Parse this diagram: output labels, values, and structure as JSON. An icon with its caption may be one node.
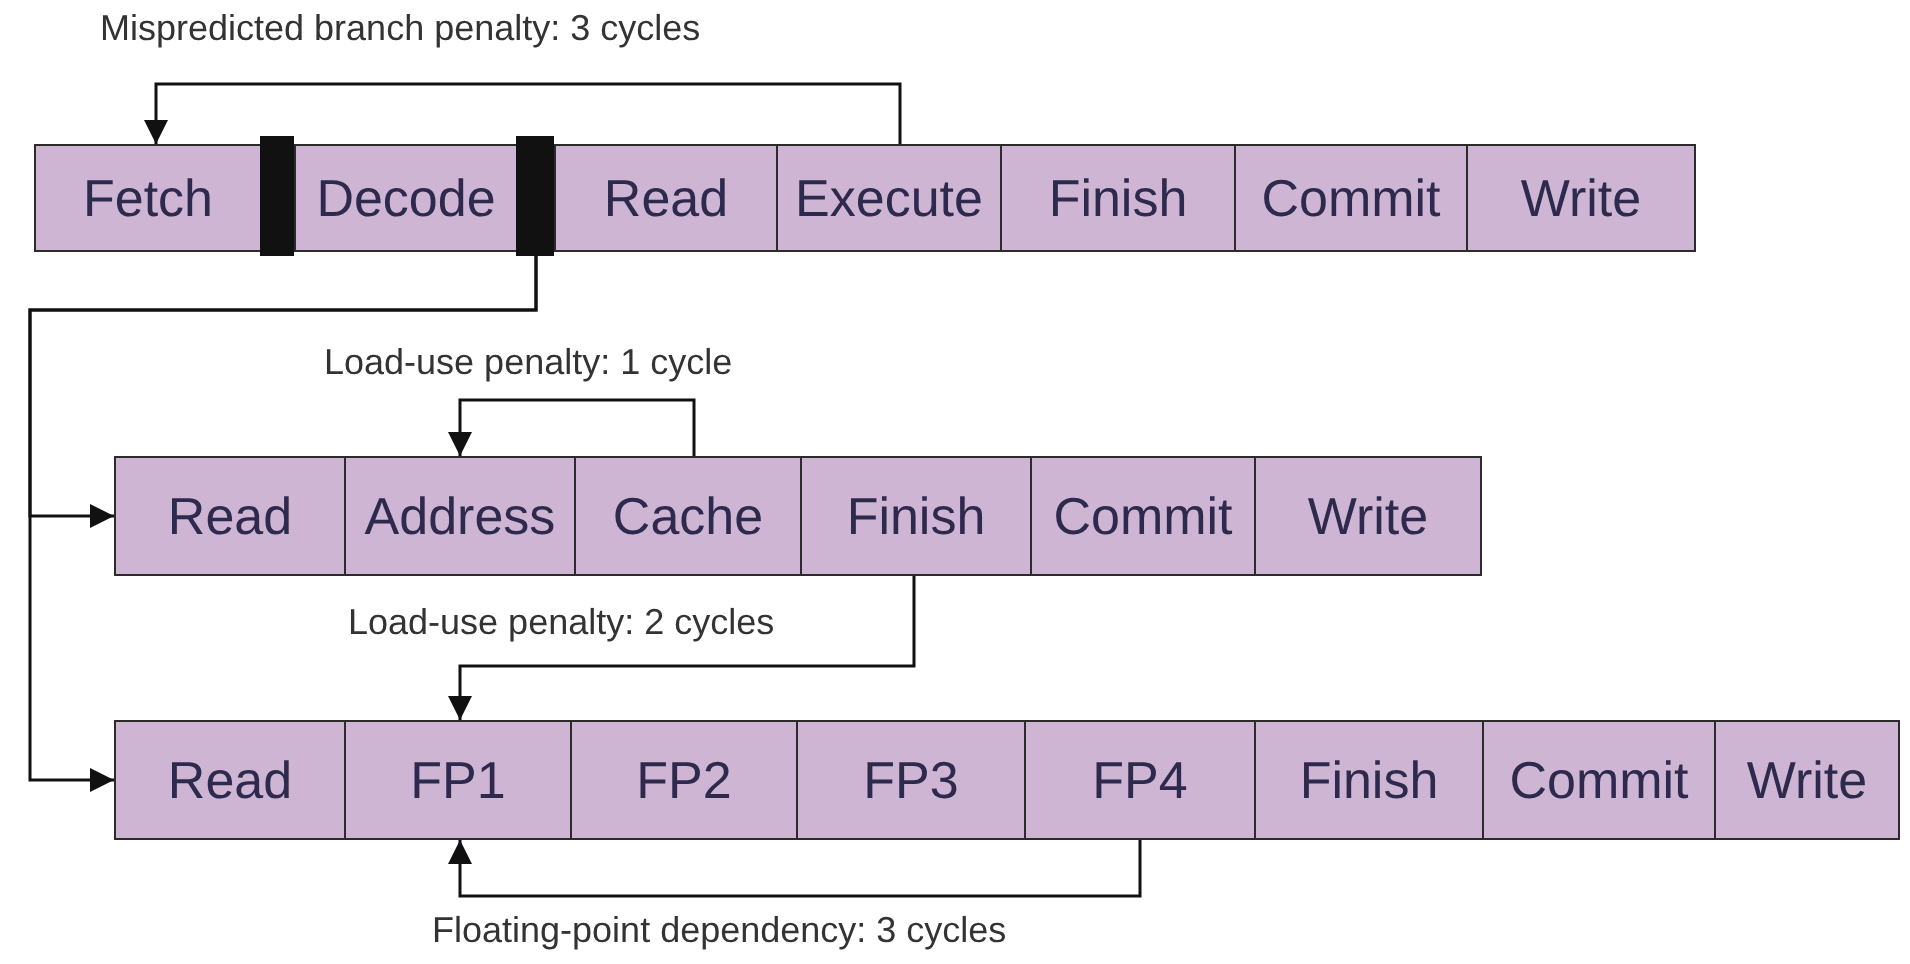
{
  "diagram": {
    "nodes": [
      {
        "text": [
          "Fetch"
        ]
      },
      {
        "text": [],
        "shape": "bar"
      },
      {
        "text": [
          "Decode"
        ]
      },
      {
        "text": [],
        "shape": "bar"
      },
      {
        "text": [
          "Read"
        ]
      },
      {
        "text": [
          "Execute"
        ]
      },
      {
        "text": [
          "Finish"
        ]
      },
      {
        "text": [
          "Commit"
        ]
      },
      {
        "text": [
          "Write"
        ]
      },
      {
        "text": [
          "Read"
        ]
      },
      {
        "text": [
          "Address"
        ]
      },
      {
        "text": [
          "Cache"
        ]
      },
      {
        "text": [
          "Finish"
        ]
      },
      {
        "text": [
          "Commit"
        ]
      },
      {
        "text": [
          "Write"
        ]
      },
      {
        "text": [
          "Read"
        ]
      },
      {
        "text": [
          "FP1"
        ]
      },
      {
        "text": [
          "FP2"
        ]
      },
      {
        "text": [
          "FP3"
        ]
      },
      {
        "text": [
          "FP4"
        ]
      },
      {
        "text": [
          "Finish"
        ]
      },
      {
        "text": [
          "Commit"
        ]
      },
      {
        "text": [
          "Write"
        ]
      }
    ],
    "edges": [
      {
        "from": 5,
        "to": 0,
        "arrow": "to",
        "label": "Mispredicted branch penalty: 3 cycles"
      },
      {
        "from": 3,
        "to": 9,
        "arrow": "to"
      },
      {
        "from": 3,
        "to": 15,
        "arrow": "to"
      },
      {
        "from": 11,
        "to": 10,
        "arrow": "to",
        "label": "Load-use penalty: 1 cycle"
      },
      {
        "from": 12,
        "to": 16,
        "arrow": "to",
        "label": "Load-use penalty: 2 cycles"
      },
      {
        "from": 19,
        "to": 16,
        "arrow": "to",
        "label": "Floating-point dependency: 3 cycles"
      }
    ]
  }
}
